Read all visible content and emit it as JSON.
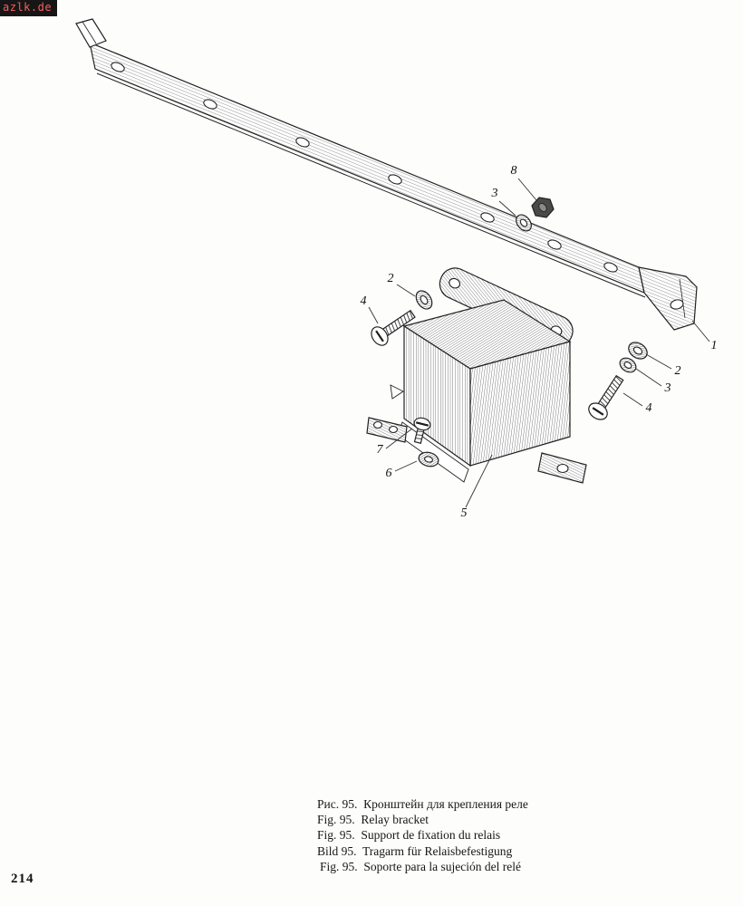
{
  "watermark": "azlk.de",
  "page_number": "214",
  "diagram": {
    "title": "Relay bracket exploded view",
    "callouts": [
      "8",
      "3",
      "2",
      "4",
      "1",
      "2",
      "3",
      "4",
      "7",
      "6",
      "5"
    ]
  },
  "captions": {
    "ru": "Рис. 95.  Кронштейн для крепления реле",
    "en": "Fig. 95.  Relay bracket",
    "fr": "Fig. 95.  Support de fixation du relais",
    "de": "Bild 95.  Tragarm für Relaisbefestigung",
    "es": "Fig. 95.  Soporte para la sujeción del relé"
  }
}
